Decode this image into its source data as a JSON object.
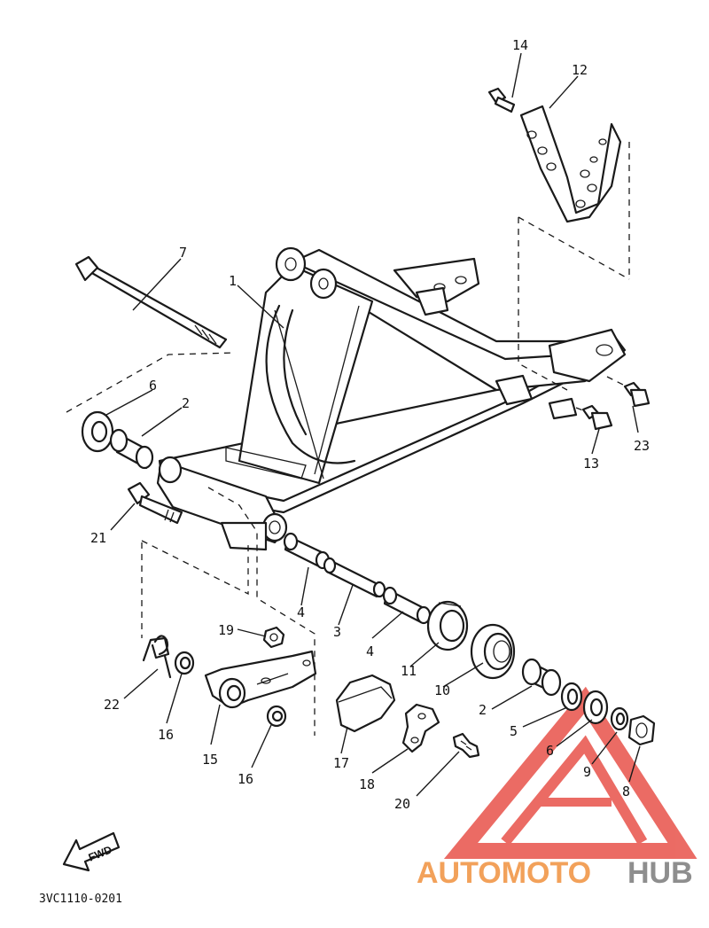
{
  "diagram": {
    "part_code": "3VC1110-0201",
    "fwd_label": "FWD",
    "callouts": [
      {
        "id": "c1",
        "label": "1"
      },
      {
        "id": "c2a",
        "label": "2"
      },
      {
        "id": "c2b",
        "label": "2"
      },
      {
        "id": "c3",
        "label": "3"
      },
      {
        "id": "c4a",
        "label": "4"
      },
      {
        "id": "c4b",
        "label": "4"
      },
      {
        "id": "c5",
        "label": "5"
      },
      {
        "id": "c6a",
        "label": "6"
      },
      {
        "id": "c6b",
        "label": "6"
      },
      {
        "id": "c7",
        "label": "7"
      },
      {
        "id": "c8",
        "label": "8"
      },
      {
        "id": "c9",
        "label": "9"
      },
      {
        "id": "c10",
        "label": "10"
      },
      {
        "id": "c11",
        "label": "11"
      },
      {
        "id": "c12",
        "label": "12"
      },
      {
        "id": "c13",
        "label": "13"
      },
      {
        "id": "c14",
        "label": "14"
      },
      {
        "id": "c15",
        "label": "15"
      },
      {
        "id": "c16a",
        "label": "16"
      },
      {
        "id": "c16b",
        "label": "16"
      },
      {
        "id": "c17",
        "label": "17"
      },
      {
        "id": "c18",
        "label": "18"
      },
      {
        "id": "c19",
        "label": "19"
      },
      {
        "id": "c20",
        "label": "20"
      },
      {
        "id": "c21",
        "label": "21"
      },
      {
        "id": "c22",
        "label": "22"
      },
      {
        "id": "c23",
        "label": "23"
      }
    ]
  },
  "watermark": {
    "part1": "AUTOMOTO",
    "part2": "HUB",
    "colors": {
      "orange": "#f2a15a",
      "gray": "#8e8e8e",
      "red": "#e8524a"
    }
  }
}
